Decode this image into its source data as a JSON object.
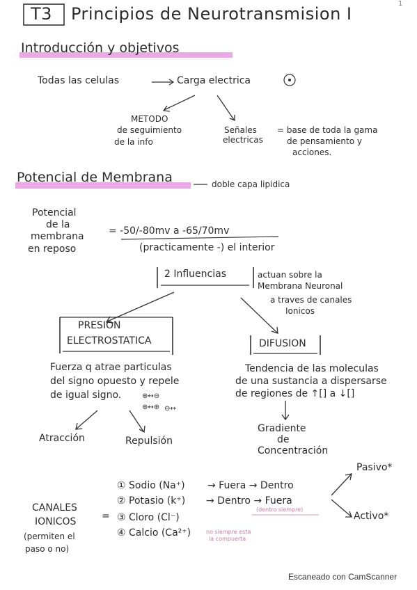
{
  "page": {
    "corner_mark": "1",
    "chapter_box": "T3",
    "title": "Principios de Neurotransmision I"
  },
  "intro": {
    "heading": "Introducción y objetivos",
    "line": "Todas las celulas",
    "carga": "Carga electrica",
    "metodo_1": "METODO",
    "metodo_2": "de seguimiento",
    "metodo_3": "de la info",
    "senales_1": "Señales",
    "senales_2": "electricas",
    "base_1": "= base de toda la gama",
    "base_2": "de pensamiento y",
    "base_3": "acciones."
  },
  "potencial": {
    "heading": "Potencial de Membrana",
    "note": "doble capa lipidica",
    "label_1": "Potencial",
    "label_2": "de la",
    "label_3": "membrana",
    "label_4": "en reposo",
    "value": "= -50/-80mv a -65/70mv",
    "value_note": "(practicamente -) el interior",
    "influencias": "2 Influencias",
    "act_1": "actuan sobre la",
    "act_2": "Membrana Neuronal",
    "act_3": "a traves de canales",
    "act_4": "Ionicos"
  },
  "presion": {
    "box_1": "PRESION",
    "box_2": "ELECTROSTATICA",
    "desc_1": "Fuerza q atrae particulas",
    "desc_2": "del signo opuesto y repele",
    "desc_3": "de igual signo.",
    "sym_1": "⊕↔⊖",
    "sym_2": "⊕↔⊕",
    "sym_3": "⊖↔",
    "atraccion": "Atracción",
    "repulsion": "Repulsión"
  },
  "difusion": {
    "box": "DIFUSION",
    "desc_1": "Tendencia de las moleculas",
    "desc_2": "de una sustancia a dispersarse",
    "desc_3": "de regiones de ↑[] a ↓[]",
    "grad_1": "Gradiente",
    "grad_2": "de",
    "grad_3": "Concentración"
  },
  "canales": {
    "label_1": "CANALES",
    "label_2": "IONICOS",
    "eq": "=",
    "label_3": "(permiten el",
    "label_4": "paso o no)",
    "item_1": "① Sodio (Na⁺)",
    "item_1_flow": "→ Fuera → Dentro",
    "item_2": "② Potasio (k⁺)",
    "item_2_flow": "→ Dentro → Fuera",
    "item_2_note": "(dentro siempre)",
    "item_3": "③ Cloro (Cl⁻)",
    "item_4": "④ Calcio (Ca²⁺)",
    "item_4_note_1": "no siempre esta",
    "item_4_note_2": "la compuerta",
    "pasivo": "Pasivo*",
    "activo": "Activo*"
  },
  "footer": {
    "scanner": "Escaneado con CamScanner"
  },
  "colors": {
    "highlight": "#e79be0",
    "ink": "#2c2c2c",
    "pink_note": "#c47aa0"
  }
}
